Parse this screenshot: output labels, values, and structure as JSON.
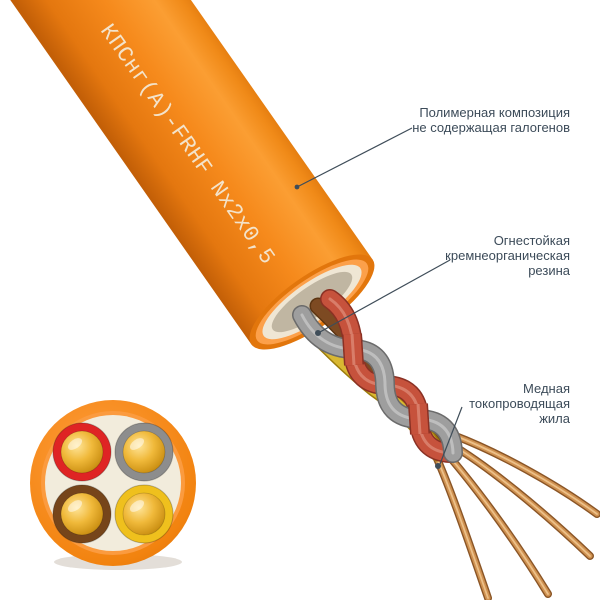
{
  "cable": {
    "marking_text": "КПСнг(А)-FRHF Nx2x0,5",
    "jacket_color": "#f1861a",
    "copper_color": "#cf9150",
    "insulation_colors": {
      "red": "#c6523c",
      "gray": "#9e9e9e",
      "brown": "#7d4a22",
      "yellow": "#d9b832"
    }
  },
  "annotations": [
    {
      "target": "outer-jacket",
      "lines": [
        "Полимерная композиция",
        "не содержащая галогенов"
      ]
    },
    {
      "target": "wire-insulation",
      "lines": [
        "Огнестойкая",
        "кремнеорганическая",
        "резина"
      ]
    },
    {
      "target": "copper-conductor",
      "lines": [
        "Медная",
        "токопроводящая",
        "жила"
      ]
    }
  ],
  "cross_section": {
    "jacket_color": "#f1861a",
    "filler_color": "#f2ecdc",
    "conductor_color": "#e8b83a",
    "cores": [
      {
        "name": "red",
        "ring_color": "#df2424"
      },
      {
        "name": "gray",
        "ring_color": "#8d8d8d"
      },
      {
        "name": "brown",
        "ring_color": "#76451a"
      },
      {
        "name": "yellow",
        "ring_color": "#efc01d"
      }
    ]
  },
  "leader": {
    "line_color": "#3f4d59"
  }
}
